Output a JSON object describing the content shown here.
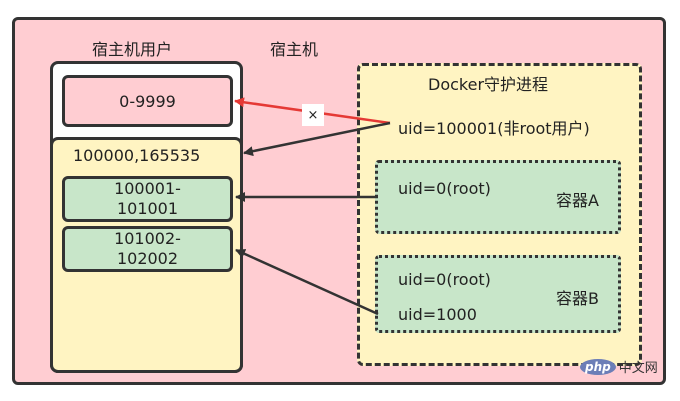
{
  "host": {
    "label": "宿主机"
  },
  "host_users": {
    "label": "宿主机用户",
    "range_top": "0-9999",
    "range_main": "100000,165535",
    "sub_range_1": [
      "100001-",
      "101001"
    ],
    "sub_range_2": [
      "101002-",
      "102002"
    ]
  },
  "docker": {
    "label": "Docker守护进程",
    "uid_line": "uid=100001(非root用户)",
    "container_a": {
      "label": "容器A",
      "uid": "uid=0(root)"
    },
    "container_b": {
      "label": "容器B",
      "uid_root": "uid=0(root)",
      "uid_user": "uid=1000"
    }
  },
  "blocked_marker": "×",
  "watermark": {
    "logo": "php",
    "text": "中文网"
  },
  "colors": {
    "host_bg": "#ffcdd2",
    "yellow_bg": "#fff4c2",
    "green_bg": "#c8e6c9",
    "arrow_dark": "#333333",
    "arrow_red": "#e53935"
  }
}
